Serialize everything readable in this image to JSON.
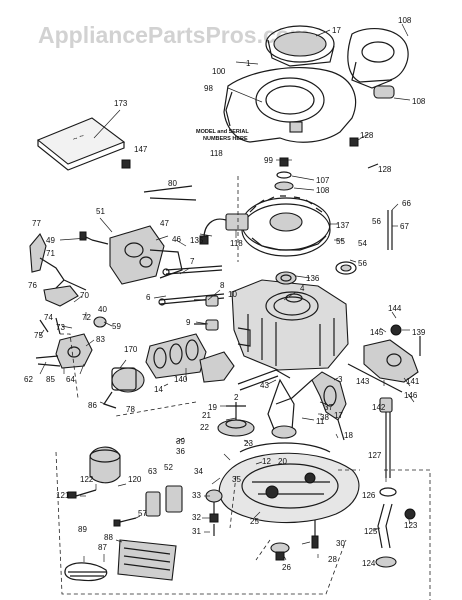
{
  "watermark": "AppliancePartsPros.com",
  "manual_note_line1": "MODEL and SERIAL",
  "manual_note_line2": "NUMBERS HERE",
  "manual_cover_text": "~ ~",
  "labels": {
    "l108a": "108",
    "l17": "17",
    "l1": "1",
    "l100": "100",
    "l98": "98",
    "l108b": "108",
    "l173": "173",
    "l128a": "128",
    "l118a": "118",
    "l99": "99",
    "l107": "107",
    "l108c": "108",
    "l128b": "128",
    "l147": "147",
    "l80": "80",
    "l137": "137",
    "l66": "66",
    "l56a": "56",
    "l67": "67",
    "l77": "77",
    "l51": "51",
    "l47": "47",
    "l49": "49",
    "l46": "46",
    "l135": "135",
    "l118b": "118",
    "l55": "55",
    "l54": "54",
    "l56b": "56",
    "l71": "71",
    "l7": "7",
    "l136": "136",
    "l76": "76",
    "l70": "70",
    "l6": "6",
    "l8": "8",
    "l10": "10",
    "l40": "40",
    "l4": "4",
    "l9": "9",
    "l72": "72",
    "l73": "73",
    "l74": "74",
    "l59": "59",
    "l144": "144",
    "l75": "75",
    "l83": "83",
    "l170": "170",
    "l145": "145",
    "l139": "139",
    "l62": "62",
    "l85": "85",
    "l64": "64",
    "l140": "140",
    "l43": "43",
    "l3": "3",
    "l141": "141",
    "l146": "146",
    "l86": "86",
    "l14": "14",
    "l143": "143",
    "l142": "142",
    "l37": "37",
    "l2": "2",
    "l38": "38",
    "l21": "21",
    "l78": "78",
    "l19": "19",
    "l11": "11",
    "l17b": "17",
    "l18": "18",
    "l22": "22",
    "l39": "39",
    "l23": "23",
    "l36": "36",
    "l52": "52",
    "l12": "12",
    "l20": "20",
    "l127": "127",
    "l63": "63",
    "l122": "122",
    "l120": "120",
    "l34": "34",
    "l35": "35",
    "l121": "121",
    "l33": "33",
    "l126": "126",
    "l57": "57",
    "l32": "32",
    "l25": "25",
    "l123": "123",
    "l125": "125",
    "l89": "89",
    "l31": "31",
    "l87": "87",
    "l88": "88",
    "l30": "30",
    "l26": "26",
    "l28": "28",
    "l124": "124"
  }
}
